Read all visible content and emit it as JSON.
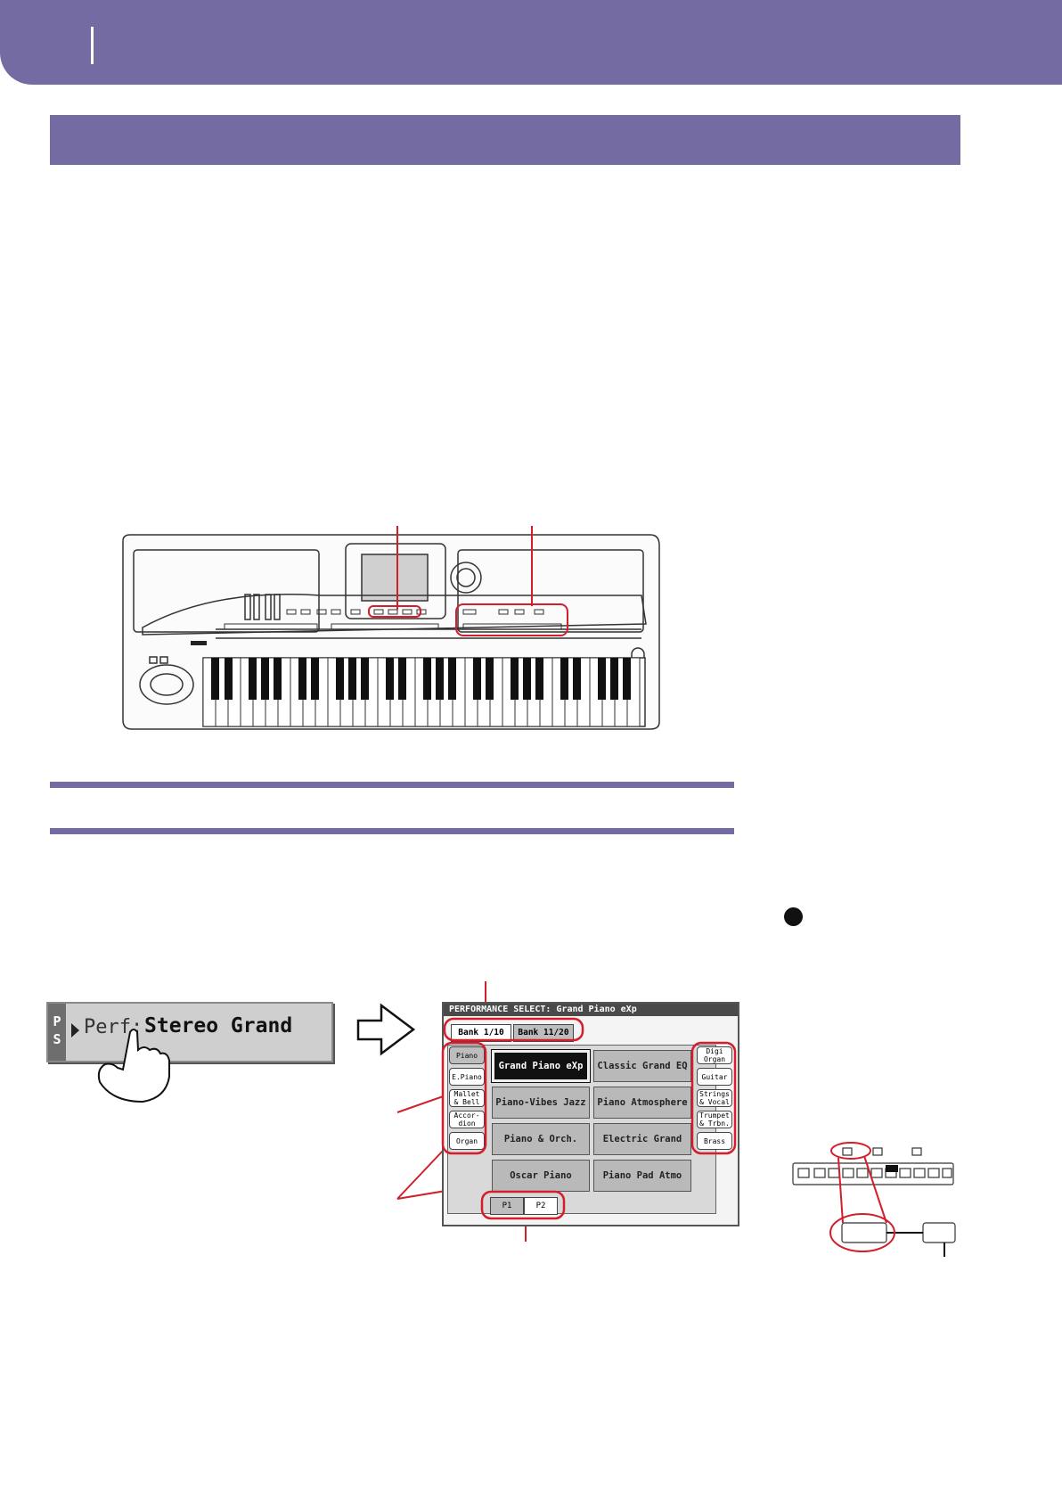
{
  "icons": {
    "keyboard": "keyboard-illustration",
    "hand": "pointing-hand-icon",
    "arrow": "outline-right-arrow-icon",
    "panel": "button-panel-detail"
  },
  "colors": {
    "accent": "#736ba1",
    "callout": "#d21f2b"
  },
  "perf_display": {
    "tag": "P\nS",
    "label": "Perf:",
    "value": "Stereo Grand"
  },
  "performance_select": {
    "title": "PERFORMANCE SELECT: Grand Piano eXp",
    "banks": [
      "Bank 1/10",
      "Bank 11/20"
    ],
    "left_categories": [
      "Piano",
      "E.Piano",
      "Mallet\n& Bell",
      "Accor-\ndion",
      "Organ"
    ],
    "right_categories": [
      "Digi\nOrgan",
      "Guitar",
      "Strings\n& Vocal",
      "Trumpet\n& Trbn.",
      "Brass"
    ],
    "items": [
      "Grand Piano eXp",
      "Classic Grand EQ",
      "Piano-Vibes Jazz",
      "Piano Atmosphere",
      "Piano & Orch.",
      "Electric Grand",
      "Oscar Piano",
      "Piano Pad Atmo"
    ],
    "pages": [
      "P1",
      "P2"
    ]
  }
}
